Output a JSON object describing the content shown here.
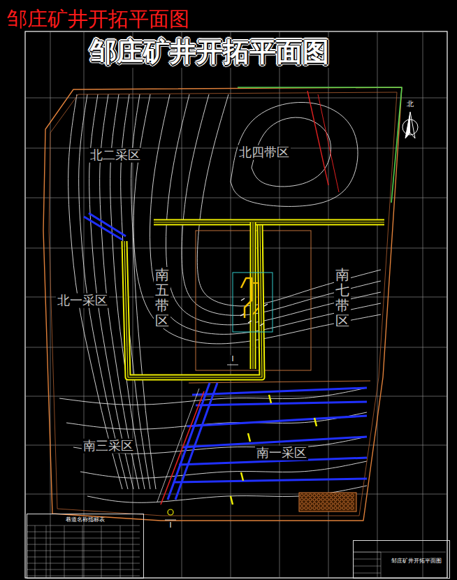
{
  "diagram": {
    "title": "邹庄矿井开拓平面图",
    "nodes": [
      {
        "text": [
          "巷道名称指标表"
        ]
      },
      {
        "text": [
          "邹庄矿井开拓平面图"
        ]
      }
    ],
    "labels": [
      "邹庄矿井开拓平面图",
      "北",
      "北二采区",
      "北四带区",
      "南五带区",
      "北一采区",
      "南七带区",
      "南三采区",
      "南一采区",
      "I",
      "I"
    ]
  }
}
